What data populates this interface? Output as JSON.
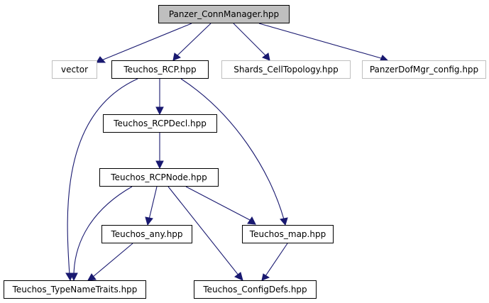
{
  "colors": {
    "edge": "#191970",
    "root_fill": "#bfbfbf",
    "node_border": "#000000",
    "external_border": "#bfbfbf",
    "background": "#ffffff"
  },
  "nodes": [
    {
      "id": "panzer_connmanager",
      "label": "Panzer_ConnManager.hpp",
      "kind": "root"
    },
    {
      "id": "vector",
      "label": "vector",
      "kind": "external"
    },
    {
      "id": "teuchos_rcp",
      "label": "Teuchos_RCP.hpp",
      "kind": "normal"
    },
    {
      "id": "shards_celltopology",
      "label": "Shards_CellTopology.hpp",
      "kind": "external"
    },
    {
      "id": "panzerdofmgr_config",
      "label": "PanzerDofMgr_config.hpp",
      "kind": "external"
    },
    {
      "id": "teuchos_rcpdecl",
      "label": "Teuchos_RCPDecl.hpp",
      "kind": "normal"
    },
    {
      "id": "teuchos_rcpnode",
      "label": "Teuchos_RCPNode.hpp",
      "kind": "normal"
    },
    {
      "id": "teuchos_any",
      "label": "Teuchos_any.hpp",
      "kind": "normal"
    },
    {
      "id": "teuchos_map",
      "label": "Teuchos_map.hpp",
      "kind": "normal"
    },
    {
      "id": "teuchos_typenametraits",
      "label": "Teuchos_TypeNameTraits.hpp",
      "kind": "normal"
    },
    {
      "id": "teuchos_configdefs",
      "label": "Teuchos_ConfigDefs.hpp",
      "kind": "normal"
    }
  ],
  "edges": [
    {
      "from": "panzer_connmanager",
      "to": "vector"
    },
    {
      "from": "panzer_connmanager",
      "to": "teuchos_rcp"
    },
    {
      "from": "panzer_connmanager",
      "to": "shards_celltopology"
    },
    {
      "from": "panzer_connmanager",
      "to": "panzerdofmgr_config"
    },
    {
      "from": "teuchos_rcp",
      "to": "teuchos_rcpdecl"
    },
    {
      "from": "teuchos_rcp",
      "to": "teuchos_typenametraits"
    },
    {
      "from": "teuchos_rcp",
      "to": "teuchos_map"
    },
    {
      "from": "teuchos_rcpdecl",
      "to": "teuchos_rcpnode"
    },
    {
      "from": "teuchos_rcpnode",
      "to": "teuchos_any"
    },
    {
      "from": "teuchos_rcpnode",
      "to": "teuchos_map"
    },
    {
      "from": "teuchos_rcpnode",
      "to": "teuchos_typenametraits"
    },
    {
      "from": "teuchos_rcpnode",
      "to": "teuchos_configdefs"
    },
    {
      "from": "teuchos_any",
      "to": "teuchos_typenametraits"
    },
    {
      "from": "teuchos_map",
      "to": "teuchos_configdefs"
    }
  ]
}
